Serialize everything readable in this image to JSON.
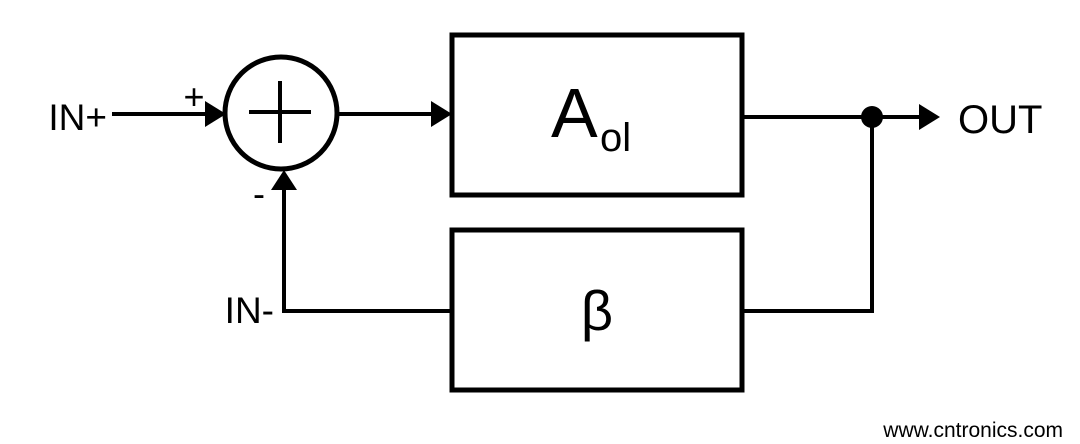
{
  "diagram": {
    "background": "#ffffff",
    "stroke_color": "#000000",
    "labels": {
      "in_pos": "IN+",
      "plus": "+",
      "minus": "-",
      "in_neg": "IN-",
      "gain_main": "A",
      "gain_sub": "ol",
      "feedback": "β",
      "out": "OUT"
    },
    "watermark": {
      "text": "www.cntronics.com",
      "color": "#b7e1ad"
    }
  }
}
